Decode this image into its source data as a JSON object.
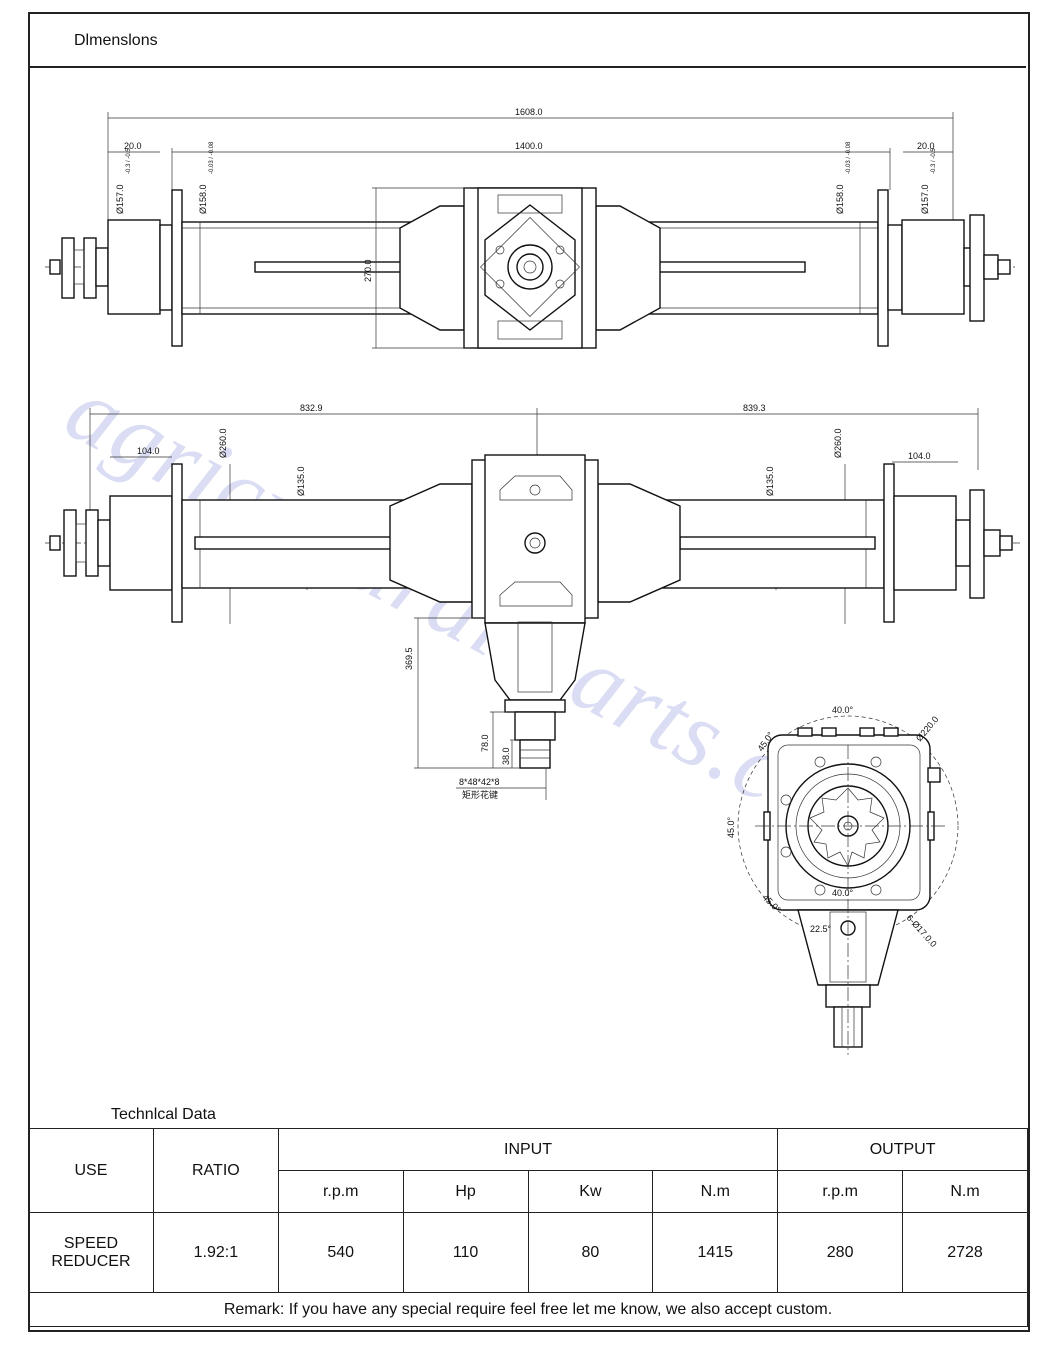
{
  "header": {
    "title": "Dlmenslons"
  },
  "drawing": {
    "top_view": {
      "overall": "1608.0",
      "center_span": "1400.0",
      "left_offset": "20.0",
      "right_offset": "20.0",
      "left_outer_dia": "Ø157.0",
      "left_outer_tol": "-0.3 / -0.5",
      "left_inner_dia": "Ø158.0",
      "left_inner_tol": "-0.03 / -0.08",
      "right_inner_dia": "Ø158.0",
      "right_inner_tol": "-0.03 / -0.08",
      "right_outer_dia": "Ø157.0",
      "right_outer_tol": "-0.3 / -0.5",
      "housing_width": "270.0"
    },
    "front_view": {
      "left_length": "832.9",
      "right_length": "839.3",
      "left_hub": "104.0",
      "right_hub": "104.0",
      "left_flange_dia": "Ø260.0",
      "right_flange_dia": "Ø260.0",
      "left_tube_dia": "Ø135.0",
      "right_tube_dia": "Ø135.0",
      "drop_height": "369.5",
      "input_length": "78.0",
      "spline_length": "38.0",
      "spline_spec": "8*48*42*8",
      "spline_note": "矩形花键"
    },
    "side_view": {
      "angle_top": "40.0°",
      "angle_left_upper": "45.0°",
      "angle_left": "45.0°",
      "angle_left_lower": "45.0°",
      "angle_bottom": "40.0°",
      "angle_small": "22.5°",
      "bolt_circle": "Ø220.0",
      "holes": "6-Ø17.0.0"
    },
    "watermark": "agricultural-parts.com"
  },
  "tech": {
    "title": "Technlcal Data",
    "use_header": "USE",
    "ratio_header": "RATIO",
    "input_header": "INPUT",
    "output_header": "OUTPUT",
    "sub_headers": [
      "r.p.m",
      "Hp",
      "Kw",
      "N.m",
      "r.p.m",
      "N.m"
    ],
    "row": {
      "use_line1": "SPEED",
      "use_line2": "REDUCER",
      "ratio": "1.92:1",
      "values": [
        "540",
        "110",
        "80",
        "1415",
        "280",
        "2728"
      ]
    },
    "remark": "Remark: If you have any special require feel free let me know, we also accept custom."
  }
}
